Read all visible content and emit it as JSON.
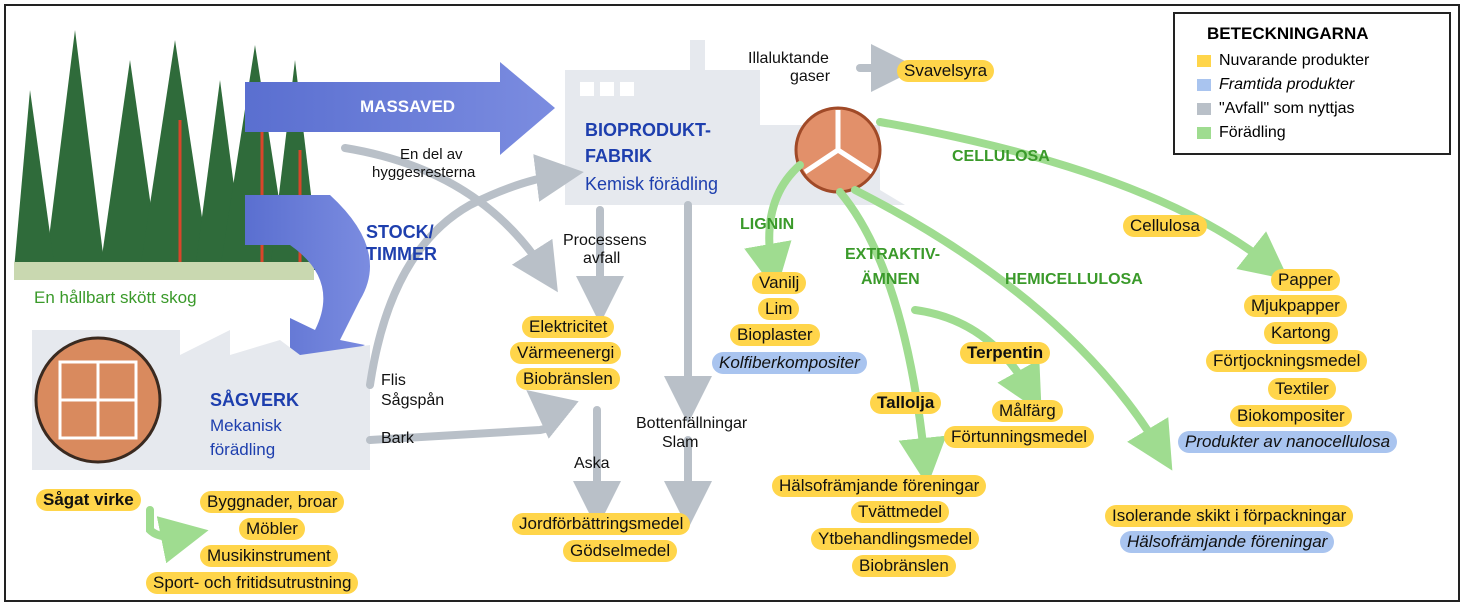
{
  "legend": {
    "title": "BETECKNINGARNA",
    "items": [
      {
        "label": "Nuvarande produkter",
        "color": "#ffd54a"
      },
      {
        "label": "Framtida produkter",
        "color": "#a9c4ef"
      },
      {
        "label": "\"Avfall\" som nyttjas",
        "color": "#b9c0c8"
      },
      {
        "label": "Förädling",
        "color": "#9fdc90"
      }
    ]
  },
  "forest": {
    "caption": "En hållbart skött skog",
    "massaved": "MASSAVED",
    "stock_line1": "STOCK/",
    "stock_line2": "TIMMER"
  },
  "factory": {
    "title_line1": "BIOPRODUKT-",
    "title_line2": "FABRIK",
    "subtitle": "Kemisk förädling"
  },
  "sawmill": {
    "title": "SÅGVERK",
    "subtitle_line1": "Mekanisk",
    "subtitle_line2": "förädling"
  },
  "labels": {
    "illaluktande_1": "Illaluktande",
    "illaluktande_2": "gaser",
    "svavelsyra": "Svavelsyra",
    "hygges_1": "En del av",
    "hygges_2": "hyggesresterna",
    "processens_1": "Processens",
    "processens_2": "avfall",
    "flis": "Flis",
    "sagspan": "Sågspån",
    "bark": "Bark",
    "aska": "Aska",
    "botten_1": "Bottenfällningar",
    "botten_2": "Slam",
    "lignin": "LIGNIN",
    "extraktiv_1": "EXTRAKTIV-",
    "extraktiv_2": "ÄMNEN",
    "hemicellulosa": "HEMICELLULOSA",
    "cellulosa_head": "CELLULOSA"
  },
  "products": {
    "energy": [
      "Elektricitet",
      "Värmeenergi",
      "Biobränslen"
    ],
    "soil": [
      "Jordförbättringsmedel",
      "Gödselmedel"
    ],
    "lignin_current": [
      "Vanilj",
      "Lim",
      "Bioplaster"
    ],
    "lignin_future": "Kolfiberkompositer",
    "terpentin": "Terpentin",
    "tallolja": "Tallolja",
    "paint": [
      "Målfärg",
      "Förtunningsmedel"
    ],
    "extractive": [
      "Hälsofrämjande föreningar",
      "Tvättmedel",
      "Ytbehandlingsmedel",
      "Biobränslen"
    ],
    "cellulosa": "Cellulosa",
    "cellulose_products": [
      "Papper",
      "Mjukpapper",
      "Kartong",
      "Förtjockningsmedel",
      "Textiler",
      "Biokompositer"
    ],
    "cellulose_future": "Produkter av nanocellulosa",
    "hemi_current": "Isolerande skikt i förpackningar",
    "hemi_future": "Hälsofrämjande föreningar",
    "sagat": "Sågat virke",
    "wood_products": [
      "Byggnader, broar",
      "Möbler",
      "Musikinstrument",
      "Sport- och fritidsutrustning"
    ]
  }
}
